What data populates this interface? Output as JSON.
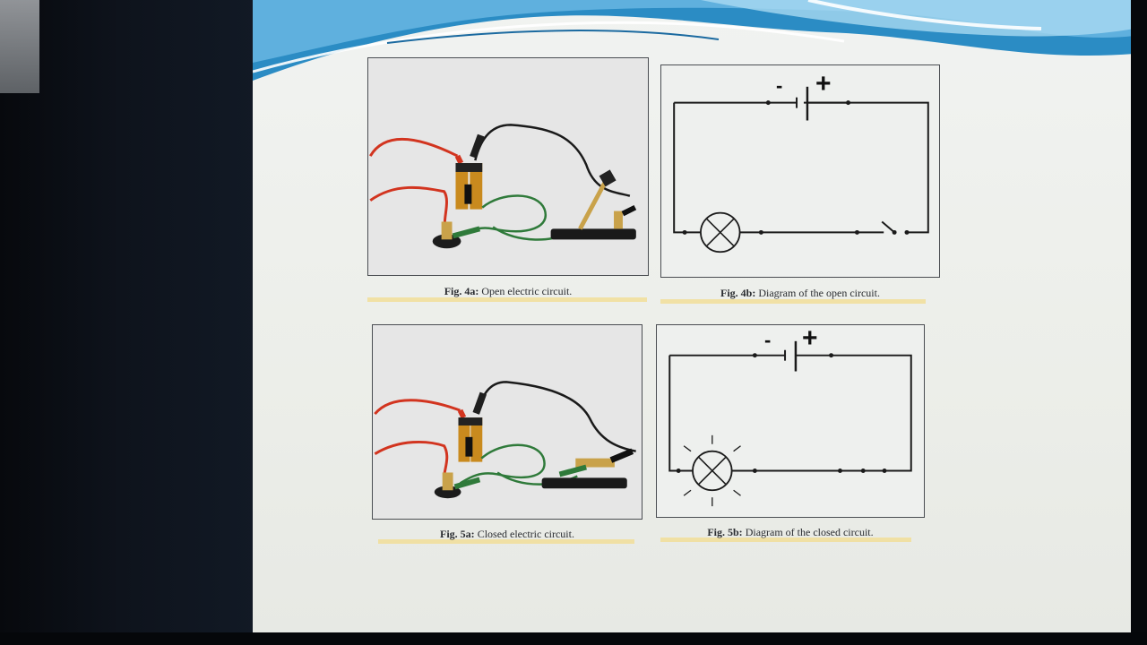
{
  "figures": [
    {
      "id": "fig4a",
      "label": "Fig. 4a:",
      "text": "Open electric circuit."
    },
    {
      "id": "fig4b",
      "label": "Fig. 4b:",
      "text": "Diagram of the open circuit."
    },
    {
      "id": "fig5a",
      "label": "Fig. 5a:",
      "text": "Closed electric circuit."
    },
    {
      "id": "fig5b",
      "label": "Fig. 5b:",
      "text": "Diagram of the closed circuit."
    }
  ],
  "symbols": {
    "battery_negative": "-",
    "battery_positive": "+"
  },
  "colors": {
    "wave_blue": "#1f7fb8",
    "wave_light": "#7ec3e6",
    "wire_red": "#d2341f",
    "wire_green": "#2f7a3a",
    "wire_black": "#1a1a1a",
    "battery_gold": "#c98a1e"
  }
}
